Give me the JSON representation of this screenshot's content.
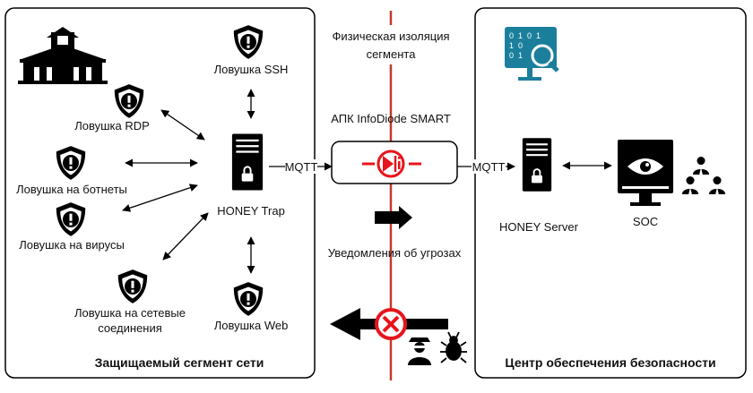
{
  "segments": {
    "protected_title": "Защищаемый сегмент сети",
    "soc_center_title": "Центр обеспечения безопасности"
  },
  "isolation": {
    "line1": "Физическая изоляция",
    "line2": "сегмента"
  },
  "diode": {
    "title": "АПК InfoDiode SMART"
  },
  "mqtt_left": "MQTT",
  "mqtt_right": "MQTT",
  "notifications": "Уведомления об угрозах",
  "traps": {
    "ssh": "Ловушка SSH",
    "rdp": "Ловушка RDP",
    "botnet": "Ловушка на ботнеты",
    "virus": "Ловушка на вирусы",
    "network_line1": "Ловушка на сетевые",
    "network_line2": "соединения",
    "web": "Ловушка Web"
  },
  "honey_trap": "HONEY Trap",
  "honey_server": "HONEY Server",
  "soc": "SOC",
  "colors": {
    "accent_red": "#e8141c",
    "isolation_line": "#c0392b",
    "analytics_teal": "#1b7f9c",
    "black": "#000000"
  },
  "icons": [
    "building-icon",
    "shield-alert-icon",
    "server-icon",
    "monitor-eye-icon",
    "analysts-icon",
    "hacker-icon",
    "bug-icon",
    "analytics-icon",
    "blocked-icon"
  ]
}
